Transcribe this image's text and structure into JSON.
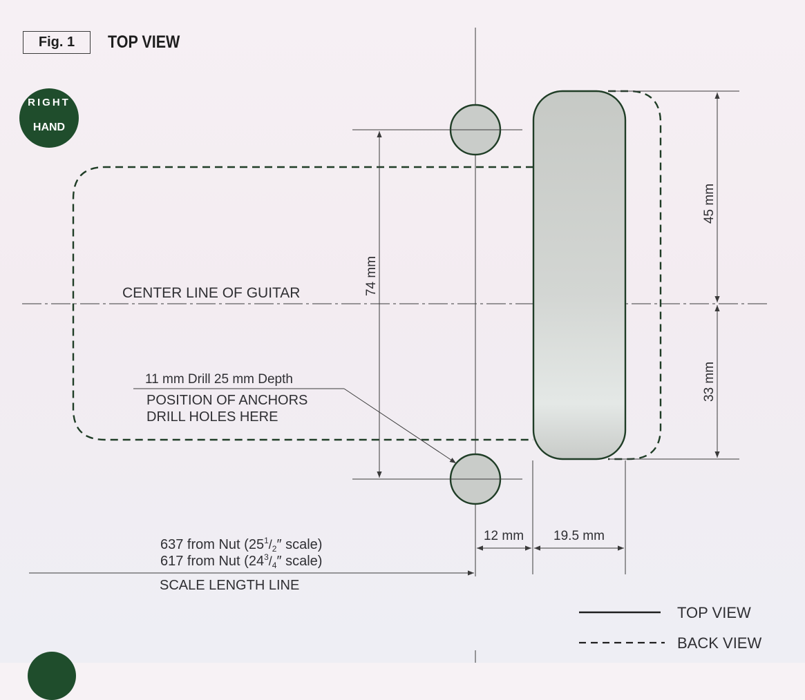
{
  "figure": {
    "number_label": "Fig. 1",
    "title": "TOP VIEW"
  },
  "badge": {
    "line1": "RIGHT",
    "line2": "HAND",
    "color": "#1f4d2c"
  },
  "labels": {
    "center_line": "CENTER LINE OF GUITAR",
    "drill_spec": "11 mm Drill 25 mm Depth",
    "anchors_line1": "POSITION OF ANCHORS",
    "anchors_line2": "DRILL HOLES HERE",
    "scale_a_prefix": "637 from Nut (25",
    "scale_a_num": "1",
    "scale_a_den": "2",
    "scale_a_suffix": "″ scale)",
    "scale_b_prefix": "617 from Nut (24",
    "scale_b_num": "3",
    "scale_b_den": "4",
    "scale_b_suffix": "″ scale)",
    "scale_length": "SCALE LENGTH LINE"
  },
  "dimensions": {
    "anchor_spacing": "74 mm",
    "upper": "45 mm",
    "lower": "33 mm",
    "offset": "12 mm",
    "width": "19.5 mm"
  },
  "legend": {
    "solid": "TOP VIEW",
    "dashed": "BACK VIEW"
  },
  "colors": {
    "outline": "#1f3d26",
    "dimension_line": "#3a3a3a",
    "fill": "#c9ccc9"
  }
}
